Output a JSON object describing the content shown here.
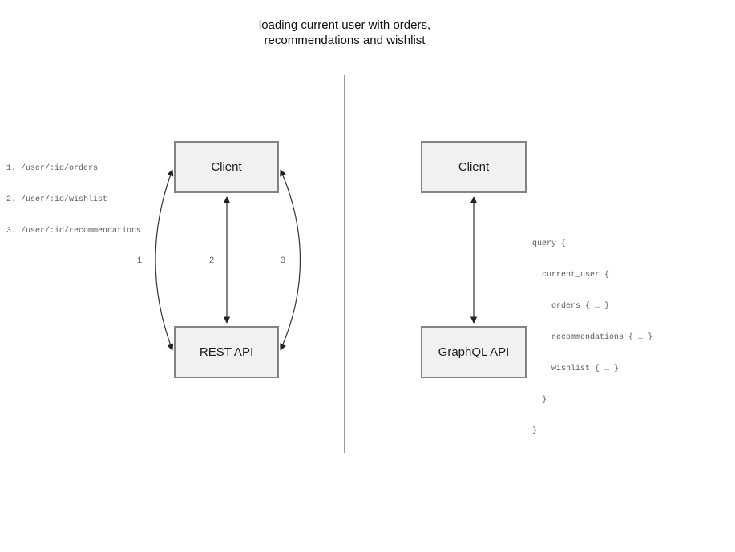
{
  "title": {
    "line1": "loading current user with orders,",
    "line2": "recommendations and wishlist"
  },
  "rest_panel": {
    "endpoints": [
      "1. /user/:id/orders",
      "2. /user/:id/wishlist",
      "3. /user/:id/recommendations"
    ],
    "client_label": "Client",
    "api_label": "REST API",
    "arrow_labels": [
      "1",
      "2",
      "3"
    ]
  },
  "graphql_panel": {
    "client_label": "Client",
    "api_label": "GraphQL API",
    "query_lines": [
      "query {",
      "  current_user {",
      "    orders { … }",
      "    recommendations { … }",
      "    wishlist { … }",
      "  }",
      "}"
    ]
  },
  "colors": {
    "box_fill": "#f1f1f1",
    "box_border": "#848484",
    "arrow": "#333333",
    "divider": "#787878",
    "code_text": "#5a5a5a"
  }
}
